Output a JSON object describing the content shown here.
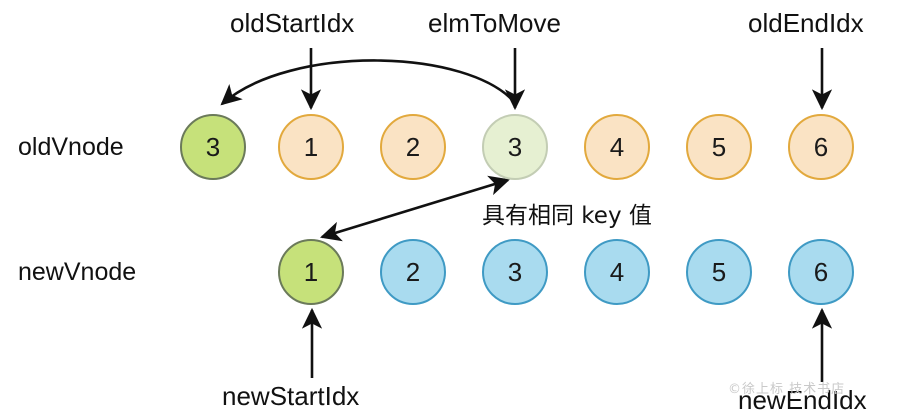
{
  "diagram": {
    "title_note": "具有相同 key 值",
    "watermark": "©徐上标 技术书店",
    "rows": [
      {
        "name": "oldVnode",
        "label": "oldVnode",
        "nodes": [
          {
            "value": "3",
            "style": "green"
          },
          {
            "value": "1",
            "style": "orange"
          },
          {
            "value": "2",
            "style": "orange"
          },
          {
            "value": "3",
            "style": "mint"
          },
          {
            "value": "4",
            "style": "orange"
          },
          {
            "value": "5",
            "style": "orange"
          },
          {
            "value": "6",
            "style": "orange"
          }
        ]
      },
      {
        "name": "newVnode",
        "label": "newVnode",
        "nodes": [
          {
            "value": "1",
            "style": "green"
          },
          {
            "value": "2",
            "style": "blue"
          },
          {
            "value": "3",
            "style": "blue"
          },
          {
            "value": "4",
            "style": "blue"
          },
          {
            "value": "5",
            "style": "blue"
          },
          {
            "value": "6",
            "style": "blue"
          }
        ]
      }
    ],
    "pointers": {
      "old_start_idx": "oldStartIdx",
      "elm_to_move": "elmToMove",
      "old_end_idx": "oldEndIdx",
      "new_start_idx": "newStartIdx",
      "new_end_idx": "newEndIdx"
    },
    "colors": {
      "green_fill": "#c6e17a",
      "green_stroke": "#6b7a5a",
      "mint_fill": "#e6f0d2",
      "mint_stroke": "#c3cdb4",
      "orange_fill": "#fae3c4",
      "orange_stroke": "#e2a93d",
      "blue_fill": "#a9dbef",
      "blue_stroke": "#3f9ac4",
      "arrow": "#111111",
      "background": "#ffffff"
    }
  }
}
